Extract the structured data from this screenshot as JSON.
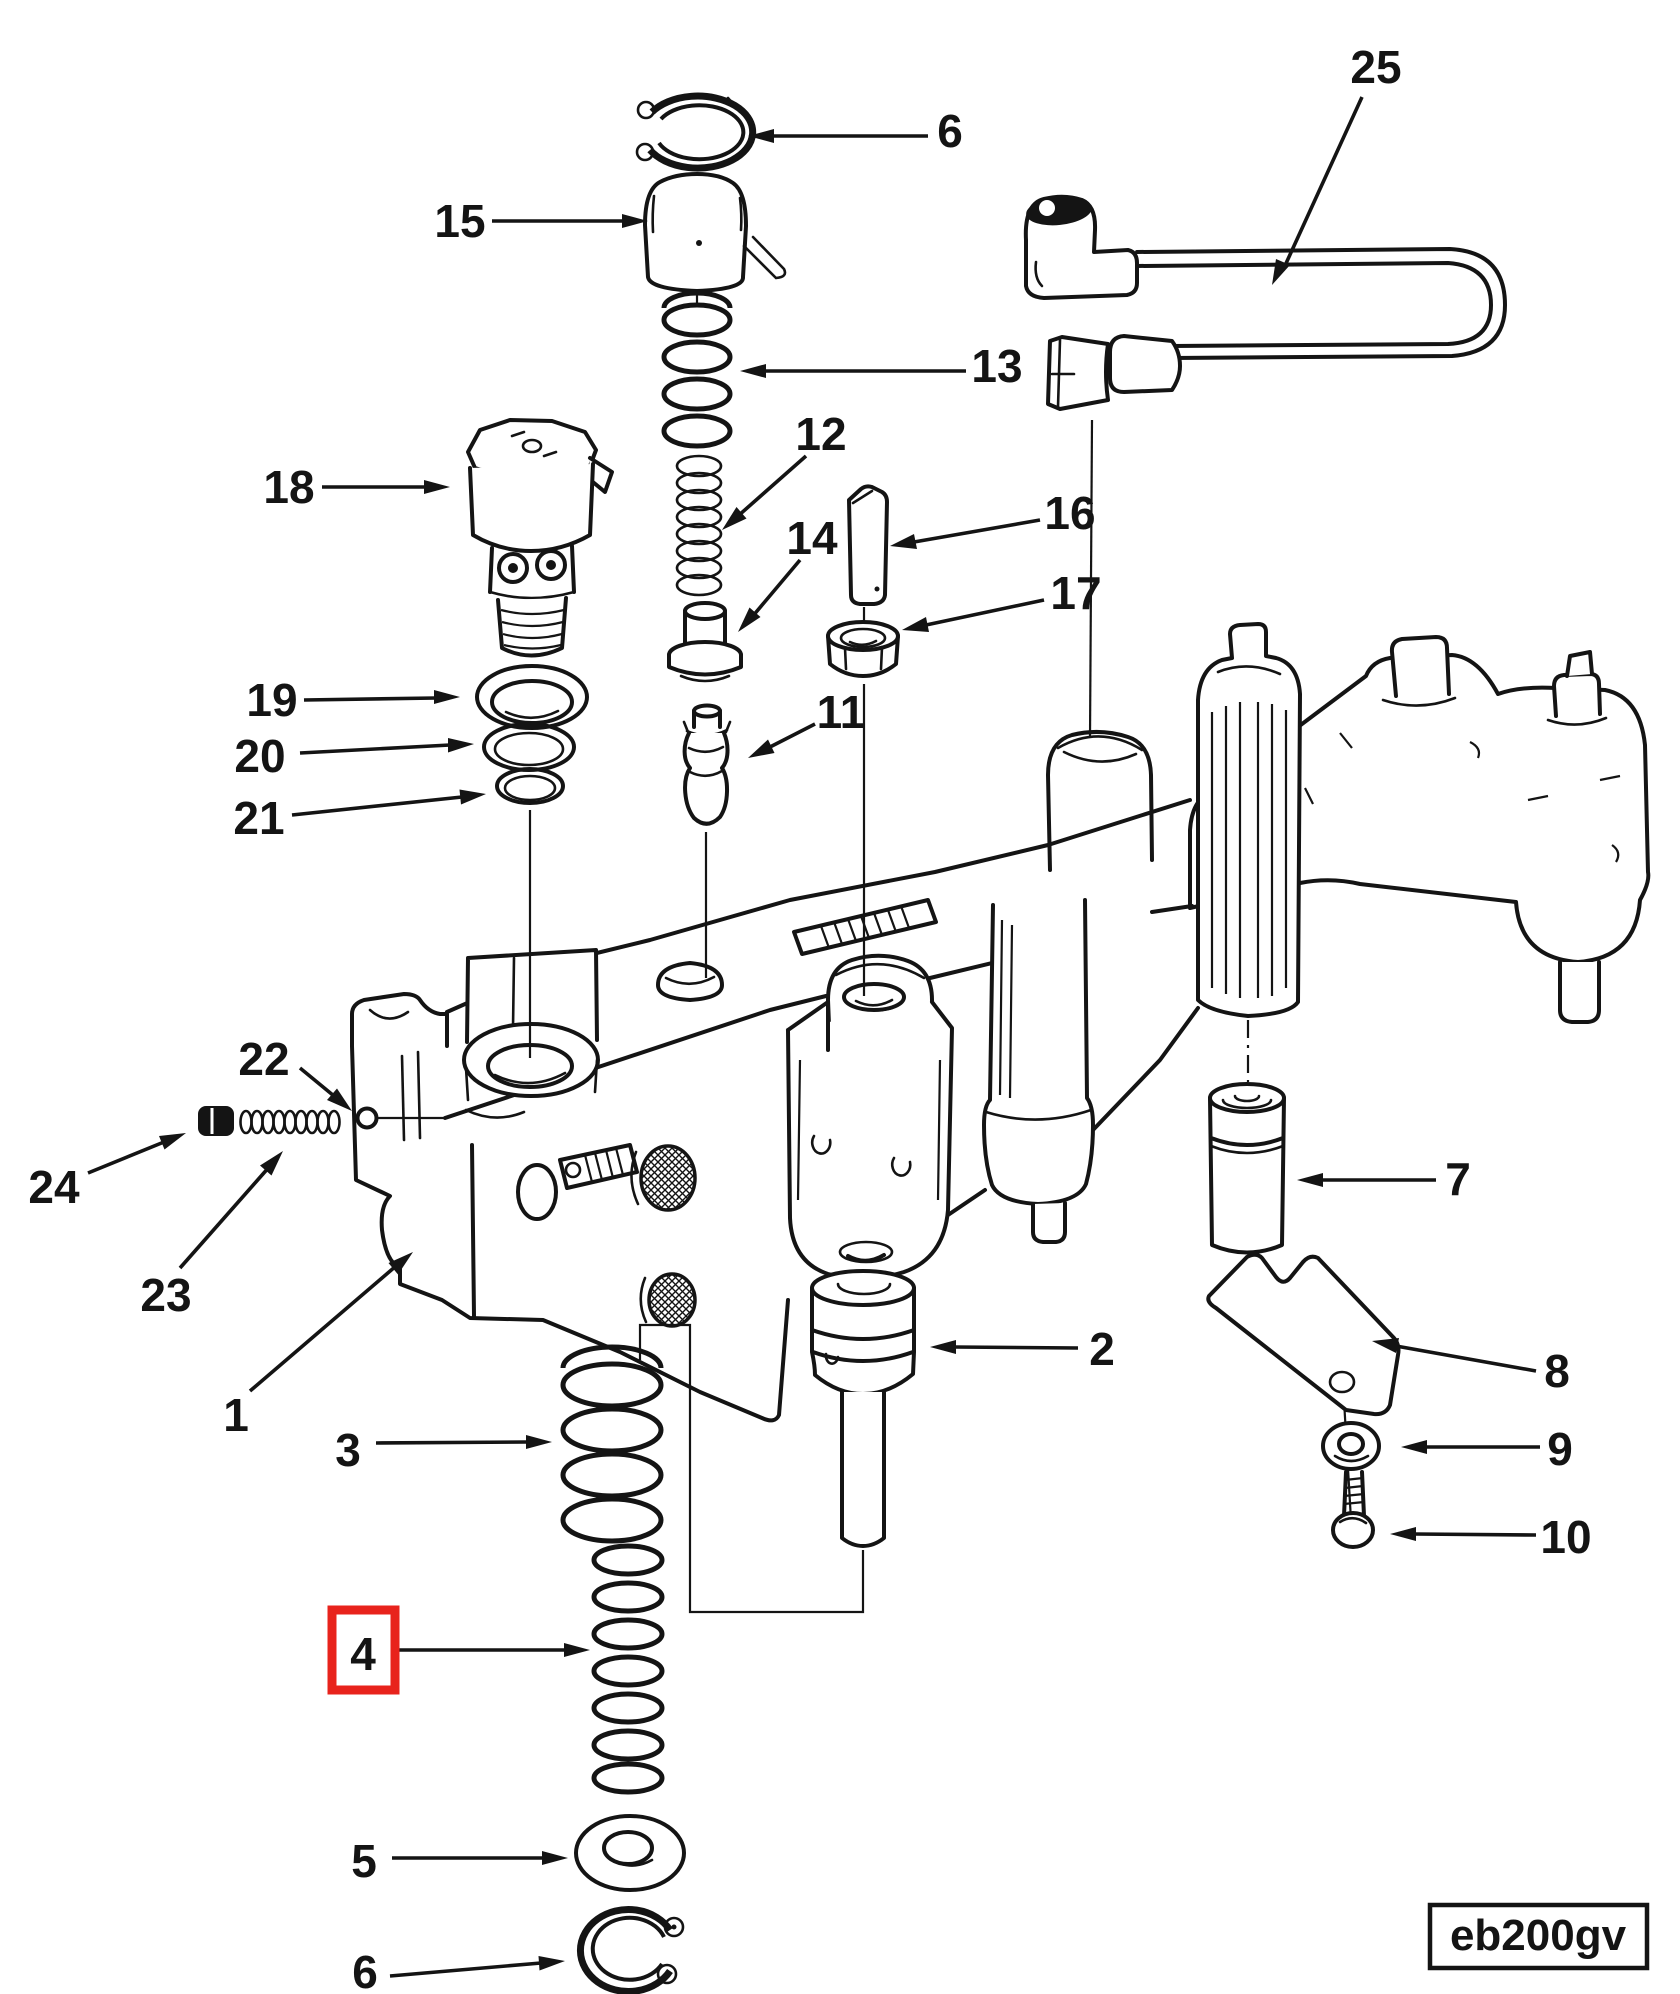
{
  "diagram": {
    "type": "exploded-parts-diagram",
    "code_label": "eb200gv",
    "highlight": {
      "callout": "4",
      "color": "#e8231c"
    },
    "callouts": {
      "c1": "1",
      "c2": "2",
      "c3": "3",
      "c4": "4",
      "c5": "5",
      "c6_top": "6",
      "c6_bottom": "6",
      "c7": "7",
      "c8": "8",
      "c9": "9",
      "c10": "10",
      "c11": "11",
      "c12": "12",
      "c13": "13",
      "c14": "14",
      "c15": "15",
      "c16": "16",
      "c17": "17",
      "c18": "18",
      "c19": "19",
      "c20": "20",
      "c21": "21",
      "c22": "22",
      "c23": "23",
      "c24": "24",
      "c25": "25"
    },
    "parts": {
      "p1": "valve-body",
      "p2": "piston-with-stem",
      "p3": "outer-spring",
      "p4": "inner-spring",
      "p5": "flat-washer",
      "p6_top": "snap-ring",
      "p6_bottom": "snap-ring",
      "p7": "roller-pin",
      "p8": "fork-bracket",
      "p9": "small-washer",
      "p10": "screw",
      "p11": "poppet-valve",
      "p12": "inner-coil-spring",
      "p13": "outer-coil-spring",
      "p14": "bushing",
      "p15": "cap",
      "p16": "pin",
      "p17": "nut",
      "p18": "solenoid-valve-assembly",
      "p19": "cup-seal",
      "p20": "o-ring",
      "p21": "backup-ring",
      "p22": "detent-ball",
      "p23": "detent-spring",
      "p24": "plug",
      "p25": "electrical-lead-wire"
    }
  }
}
